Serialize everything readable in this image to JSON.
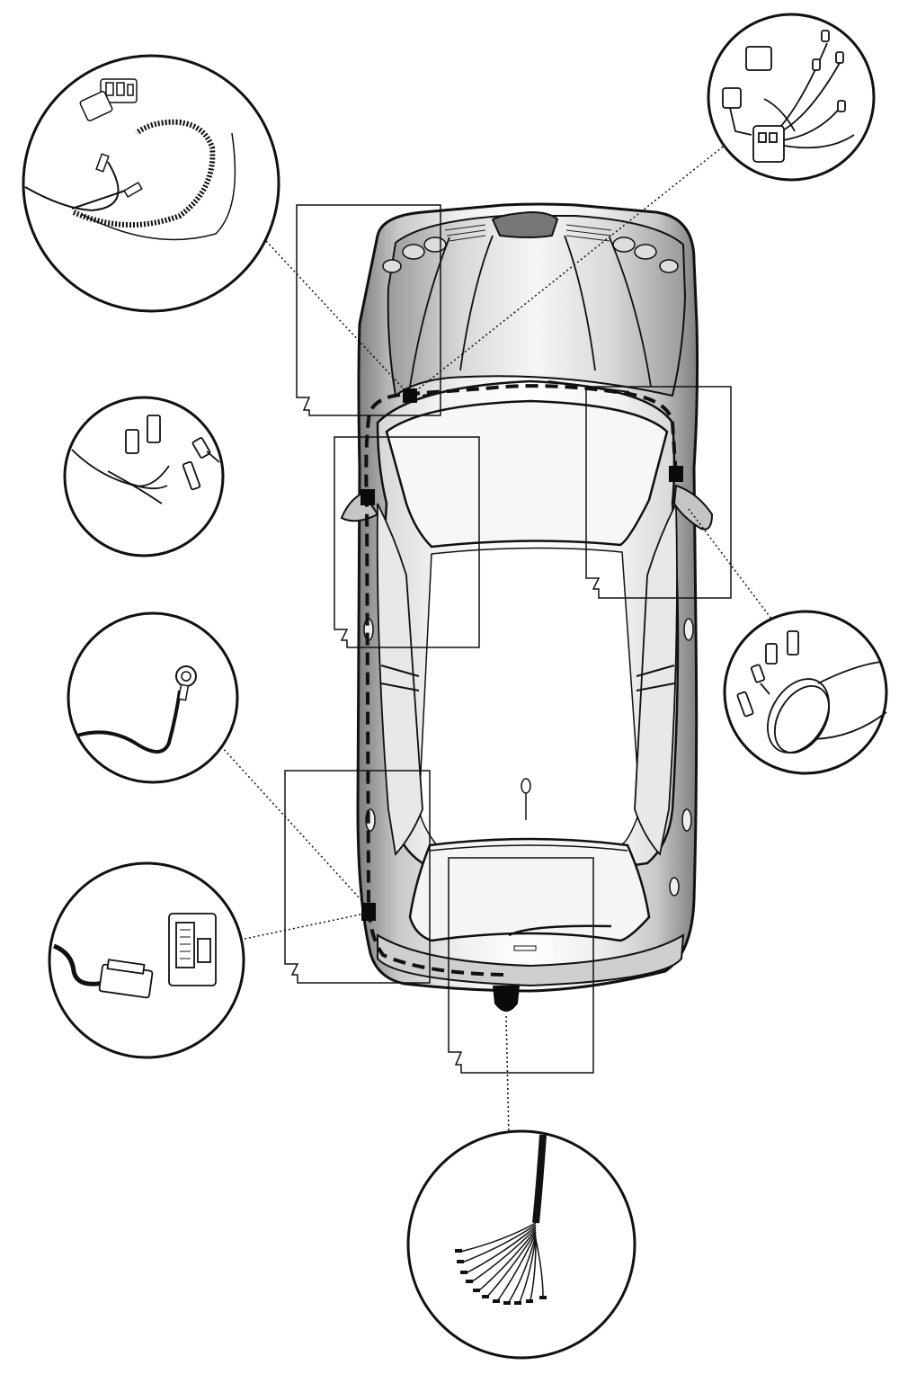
{
  "diagram": {
    "kind": "vehicle wiring harness installation diagram, top view",
    "colors": {
      "line": "#111111",
      "body_dark": "#8e8e8e",
      "body_mid": "#bdbdbd",
      "body_light": "#e6e6e6",
      "glass": "#f4f4f4",
      "background": "#ffffff",
      "harness": "#111111",
      "connector": "#0a0a0a"
    },
    "callouts": [
      {
        "id": "front-left-harness",
        "icon": "headlight-socket-and-wires-icon"
      },
      {
        "id": "front-right-relay",
        "icon": "relay-module-wires-icon"
      },
      {
        "id": "left-mirror-connectors",
        "icon": "spade-terminals-icon"
      },
      {
        "id": "ground-ring-terminal",
        "icon": "ring-terminal-icon"
      },
      {
        "id": "rear-left-control-unit",
        "icon": "control-module-plug-icon"
      },
      {
        "id": "right-mirror-cable-coil",
        "icon": "cable-coil-terminals-icon"
      },
      {
        "id": "tow-socket-wire-bundle",
        "icon": "wire-bundle-icon"
      }
    ],
    "text": []
  }
}
